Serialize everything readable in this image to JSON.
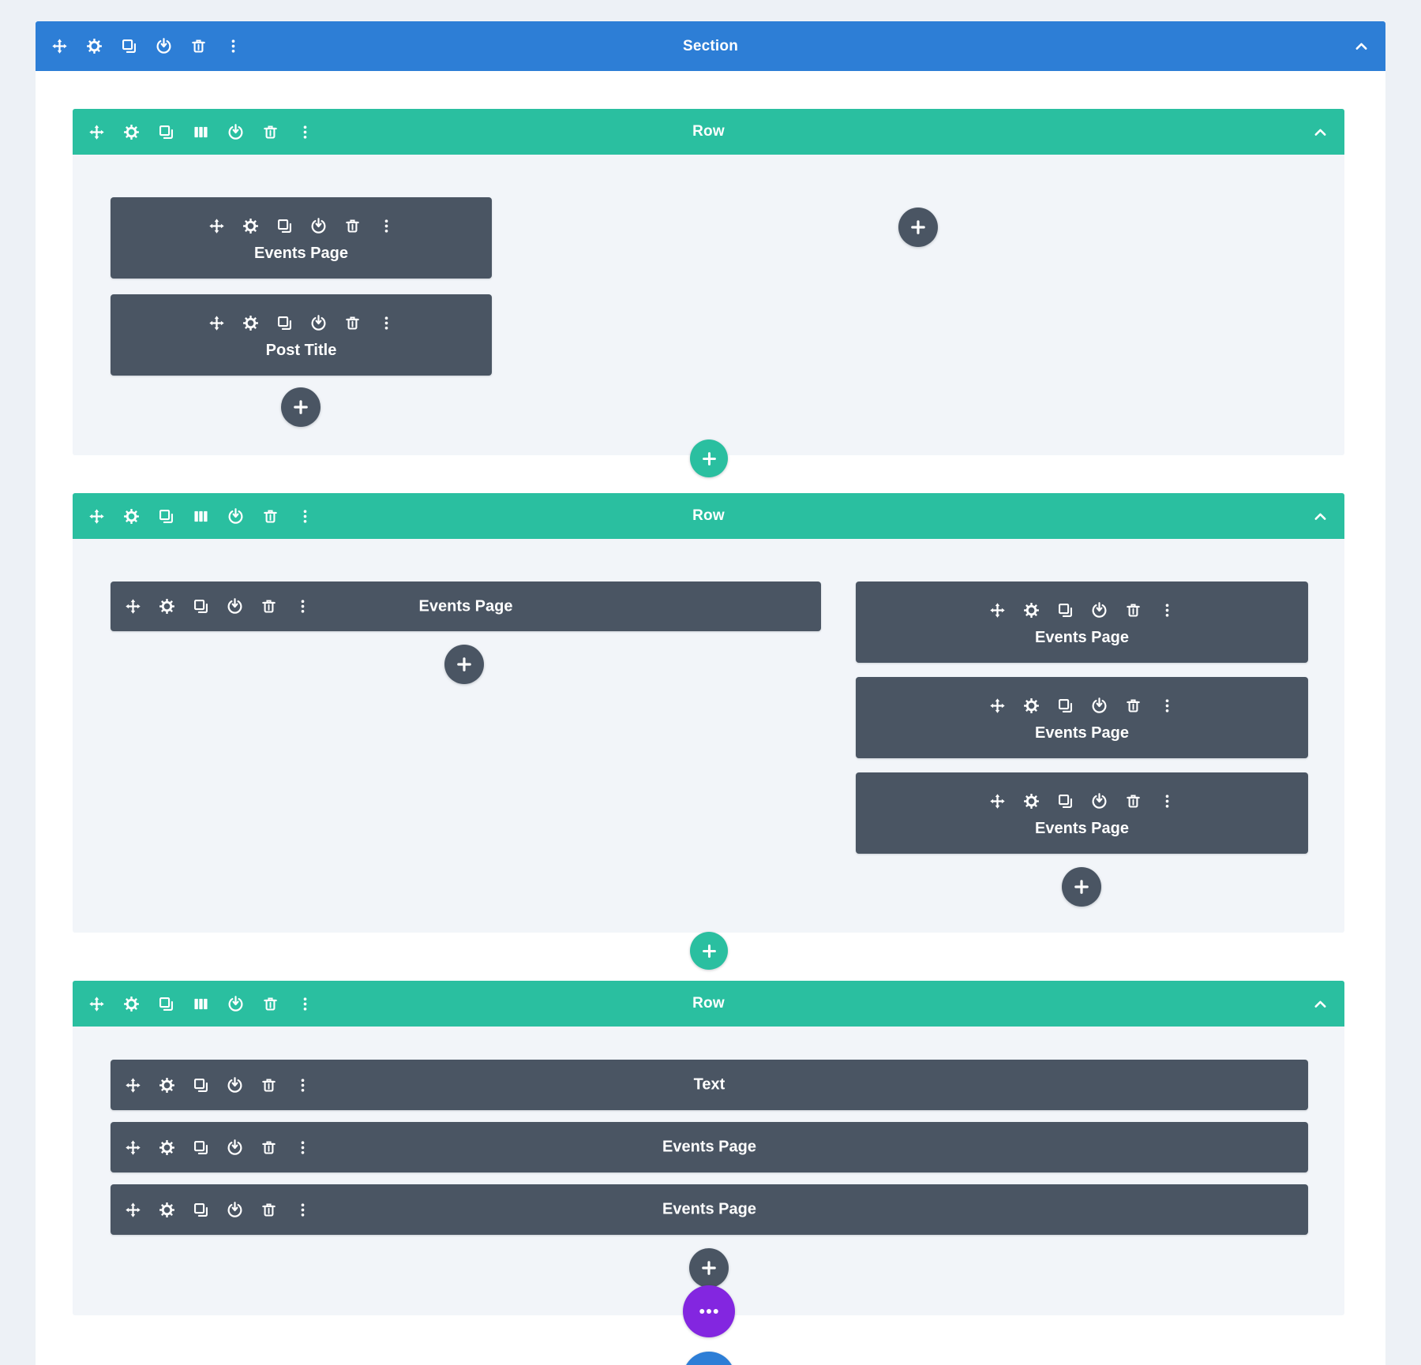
{
  "builder": {
    "colors": {
      "blue": "#2d7ed6",
      "green": "#2abfa0",
      "slate": "#4a5563",
      "purple": "#8326e0",
      "page-bg": "#edf1f6",
      "row-bg": "#f2f5f9",
      "section-bg": "#ffffff"
    },
    "icons": {
      "move": "move-icon (four-way drag arrows)",
      "settings": "gear-icon",
      "duplicate": "duplicate-icon (overlapping squares)",
      "columns": "column-structure-icon",
      "save": "save-to-library-icon (circle with down arrow)",
      "delete": "trash-icon",
      "more": "vertical-dots-icon",
      "collapse": "chevron-up-icon",
      "add": "plus-icon",
      "expand_actions": "horizontal-dots-icon"
    },
    "section": {
      "label": "Section"
    },
    "rows": [
      {
        "label": "Row",
        "columns": [
          {
            "modules": [
              {
                "title": "Events Page"
              },
              {
                "title": "Post Title"
              }
            ]
          },
          {
            "modules": []
          }
        ]
      },
      {
        "label": "Row",
        "columns": [
          {
            "modules": [
              {
                "title": "Events Page"
              }
            ]
          },
          {
            "modules": [
              {
                "title": "Events Page"
              },
              {
                "title": "Events Page"
              },
              {
                "title": "Events Page"
              }
            ]
          }
        ]
      },
      {
        "label": "Row",
        "columns": [
          {
            "modules": [
              {
                "title": "Text"
              },
              {
                "title": "Events Page"
              },
              {
                "title": "Events Page"
              }
            ]
          }
        ]
      }
    ]
  }
}
